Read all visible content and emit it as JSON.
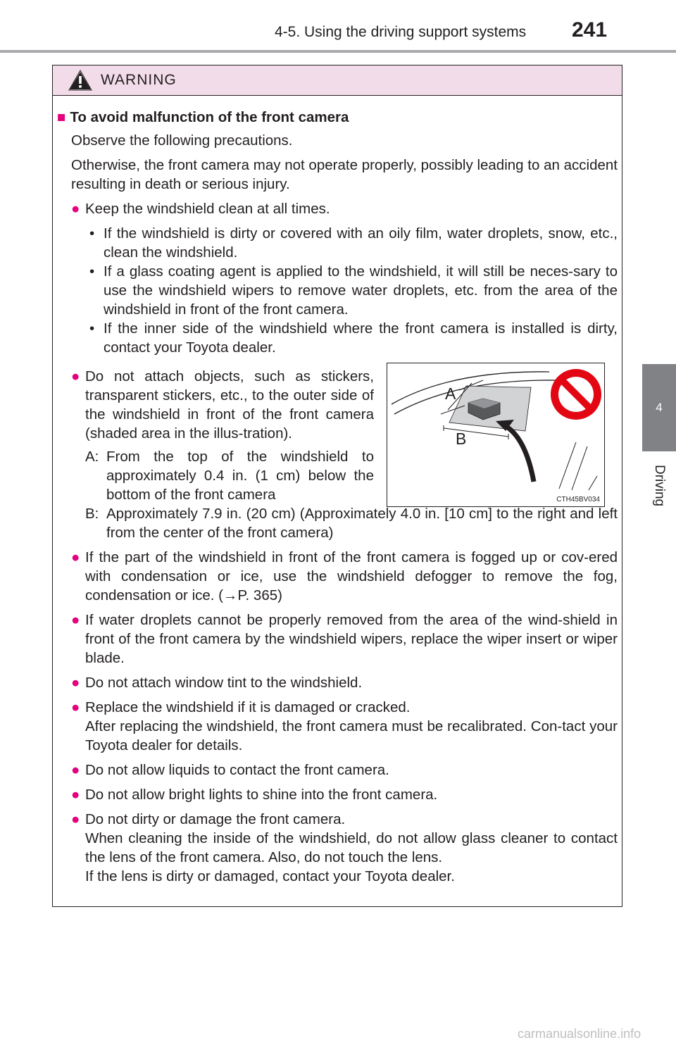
{
  "header": {
    "section_title": "4-5. Using the driving support systems",
    "page_number": "241"
  },
  "side_tab": {
    "chapter_number": "4",
    "chapter_label": "Driving"
  },
  "warning": {
    "title": "WARNING",
    "heading_marker": "■",
    "heading": "To avoid malfunction of the front camera",
    "intro_1": "Observe the following precautions.",
    "intro_2": "Otherwise, the front camera may not operate properly, possibly leading to an accident resulting in death or serious injury.",
    "bullet_marker": "●",
    "items": [
      {
        "text": "Keep the windshield clean at all times."
      },
      {
        "text": "Do not attach objects, such as stickers, transparent stickers, etc., to the outer side of the windshield in front of the front camera (shaded area in the illus-tration)."
      },
      {
        "text": "If the part of the windshield in front of the front camera is fogged up or cov-ered with condensation or ice, use the windshield defogger to remove the fog, condensation or ice. (→P. 365)"
      },
      {
        "text": "If water droplets cannot be properly removed from the area of the wind-shield in front of the front camera by the windshield wipers, replace the wiper insert or wiper blade."
      },
      {
        "text": "Do not attach window tint to the windshield."
      },
      {
        "text": "Replace the windshield if it is damaged or cracked.",
        "note": "After replacing the windshield, the front camera must be recalibrated. Con-tact your Toyota dealer for details."
      },
      {
        "text": "Do not allow liquids to contact the front camera."
      },
      {
        "text": "Do not allow bright lights to shine into the front camera."
      },
      {
        "text": "Do not dirty or damage the front camera.",
        "note": "When cleaning the inside of the windshield, do not allow glass cleaner to contact the lens of the front camera. Also, do not touch the lens.",
        "note_2": "If the lens is dirty or damaged, contact your Toyota dealer."
      }
    ],
    "sub_marker": "•",
    "subitems": [
      "If the windshield is dirty or covered with an oily film, water droplets, snow, etc., clean the windshield.",
      "If a glass coating agent is applied to the windshield, it will still be neces-sary to use the windshield wipers to remove water droplets, etc. from the area of the windshield in front of the front camera.",
      "If the inner side of the windshield where the front camera is installed is dirty, contact your Toyota dealer."
    ],
    "definitions": [
      {
        "label": "A:",
        "text": "From the top of the windshield to approximately 0.4 in. (1 cm) below the bottom of the front camera"
      },
      {
        "label": "B:",
        "text": "Approximately 7.9 in. (20 cm) (Approximately 4.0 in. [10 cm] to the right and left from the center of the front camera)"
      }
    ],
    "figure": {
      "label_a": "A",
      "label_b": "B",
      "code": "CTH45BV034"
    }
  },
  "watermark": "carmanualsonline.info"
}
